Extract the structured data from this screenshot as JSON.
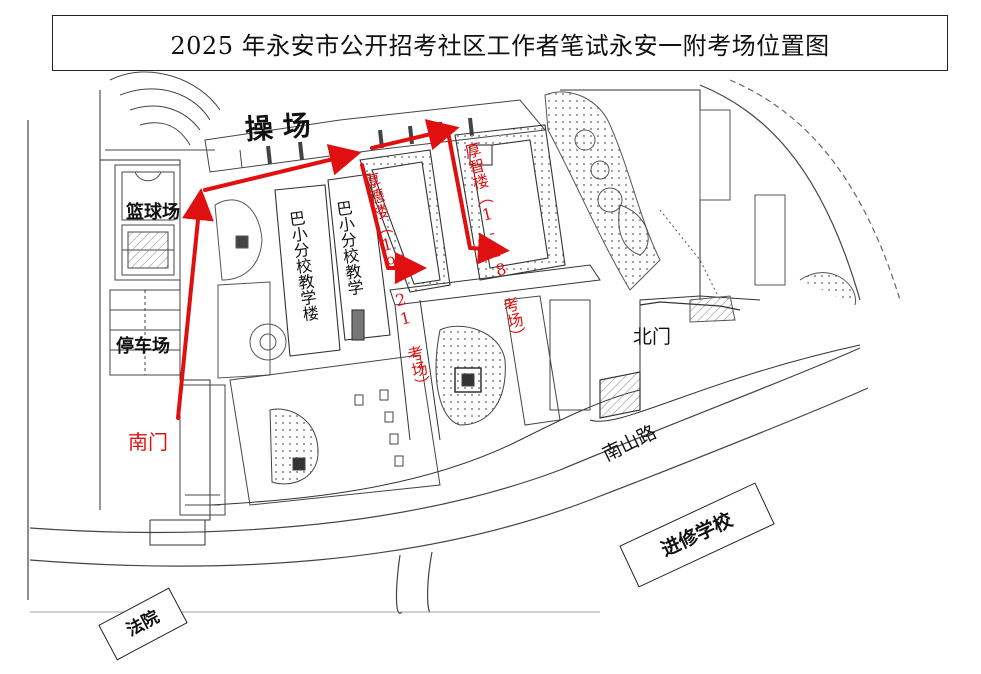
{
  "title": "2025 年永安市公开招考社区工作者笔试永安一附考场位置图",
  "places": {
    "playground": "操 场",
    "basketball_court": "篮球场",
    "parking_lot": "停车场",
    "south_gate": "南门",
    "north_gate": "北门",
    "nanshan_road": "南山路",
    "training_school": "进修学校",
    "court_house": "法院",
    "primary_teaching_bldg_1": "巴小分校教学楼",
    "primary_teaching_bldg_2": "巴小分校教学",
    "houde_building": "厚德楼（19-21 考场）",
    "houzhi_building": "厚智楼（1-18 考场）"
  },
  "colors": {
    "route": "#e01010",
    "line": "#333333",
    "hatch": "#777777",
    "background": "#ffffff"
  }
}
